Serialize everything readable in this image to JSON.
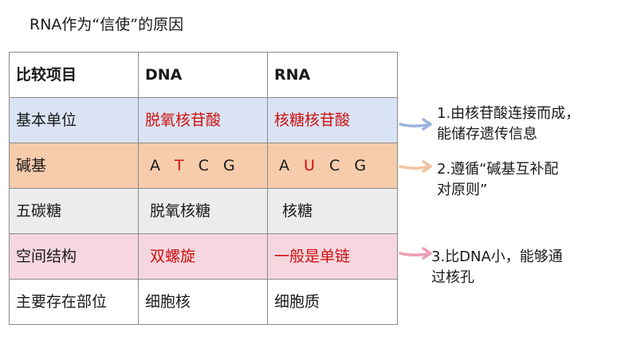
{
  "title": "RNA作为“信使”的原因",
  "table": {
    "header": [
      "比较项目",
      "DNA",
      "RNA"
    ],
    "rows": [
      {
        "label": "基本单位",
        "dna": "脱氧核苷酸",
        "rna": "核糖核苷酸"
      },
      {
        "label": "碱基",
        "dna_bases": [
          "A",
          "T",
          "C",
          "G"
        ],
        "rna_bases": [
          "A",
          "U",
          "C",
          "G"
        ]
      },
      {
        "label": "五碳糖",
        "dna": "脱氧核糖",
        "rna": "核糖"
      },
      {
        "label": "空间结构",
        "dna": "双螺旋",
        "rna": "一般是单链"
      },
      {
        "label": "主要存在部位",
        "dna": "细胞核",
        "rna": "细胞质"
      }
    ]
  },
  "notes": [
    {
      "line1": "1.由核苷酸连接而成，",
      "line2": "能储存遗传信息",
      "arrow_color": "#9db5de"
    },
    {
      "line1": "2.遵循“碱基互补配",
      "line2": "对原则”",
      "arrow_color": "#f1c39f"
    },
    {
      "line1": "3.比DNA小，能够通",
      "line2": "过核孔",
      "arrow_color": "#ec9fb2"
    }
  ],
  "colors": {
    "highlight_text": "#d01010",
    "row_blue": "#d9e3f3",
    "row_orange": "#f6ccac",
    "row_gray": "#ececec",
    "row_pink": "#f6d7e0"
  }
}
